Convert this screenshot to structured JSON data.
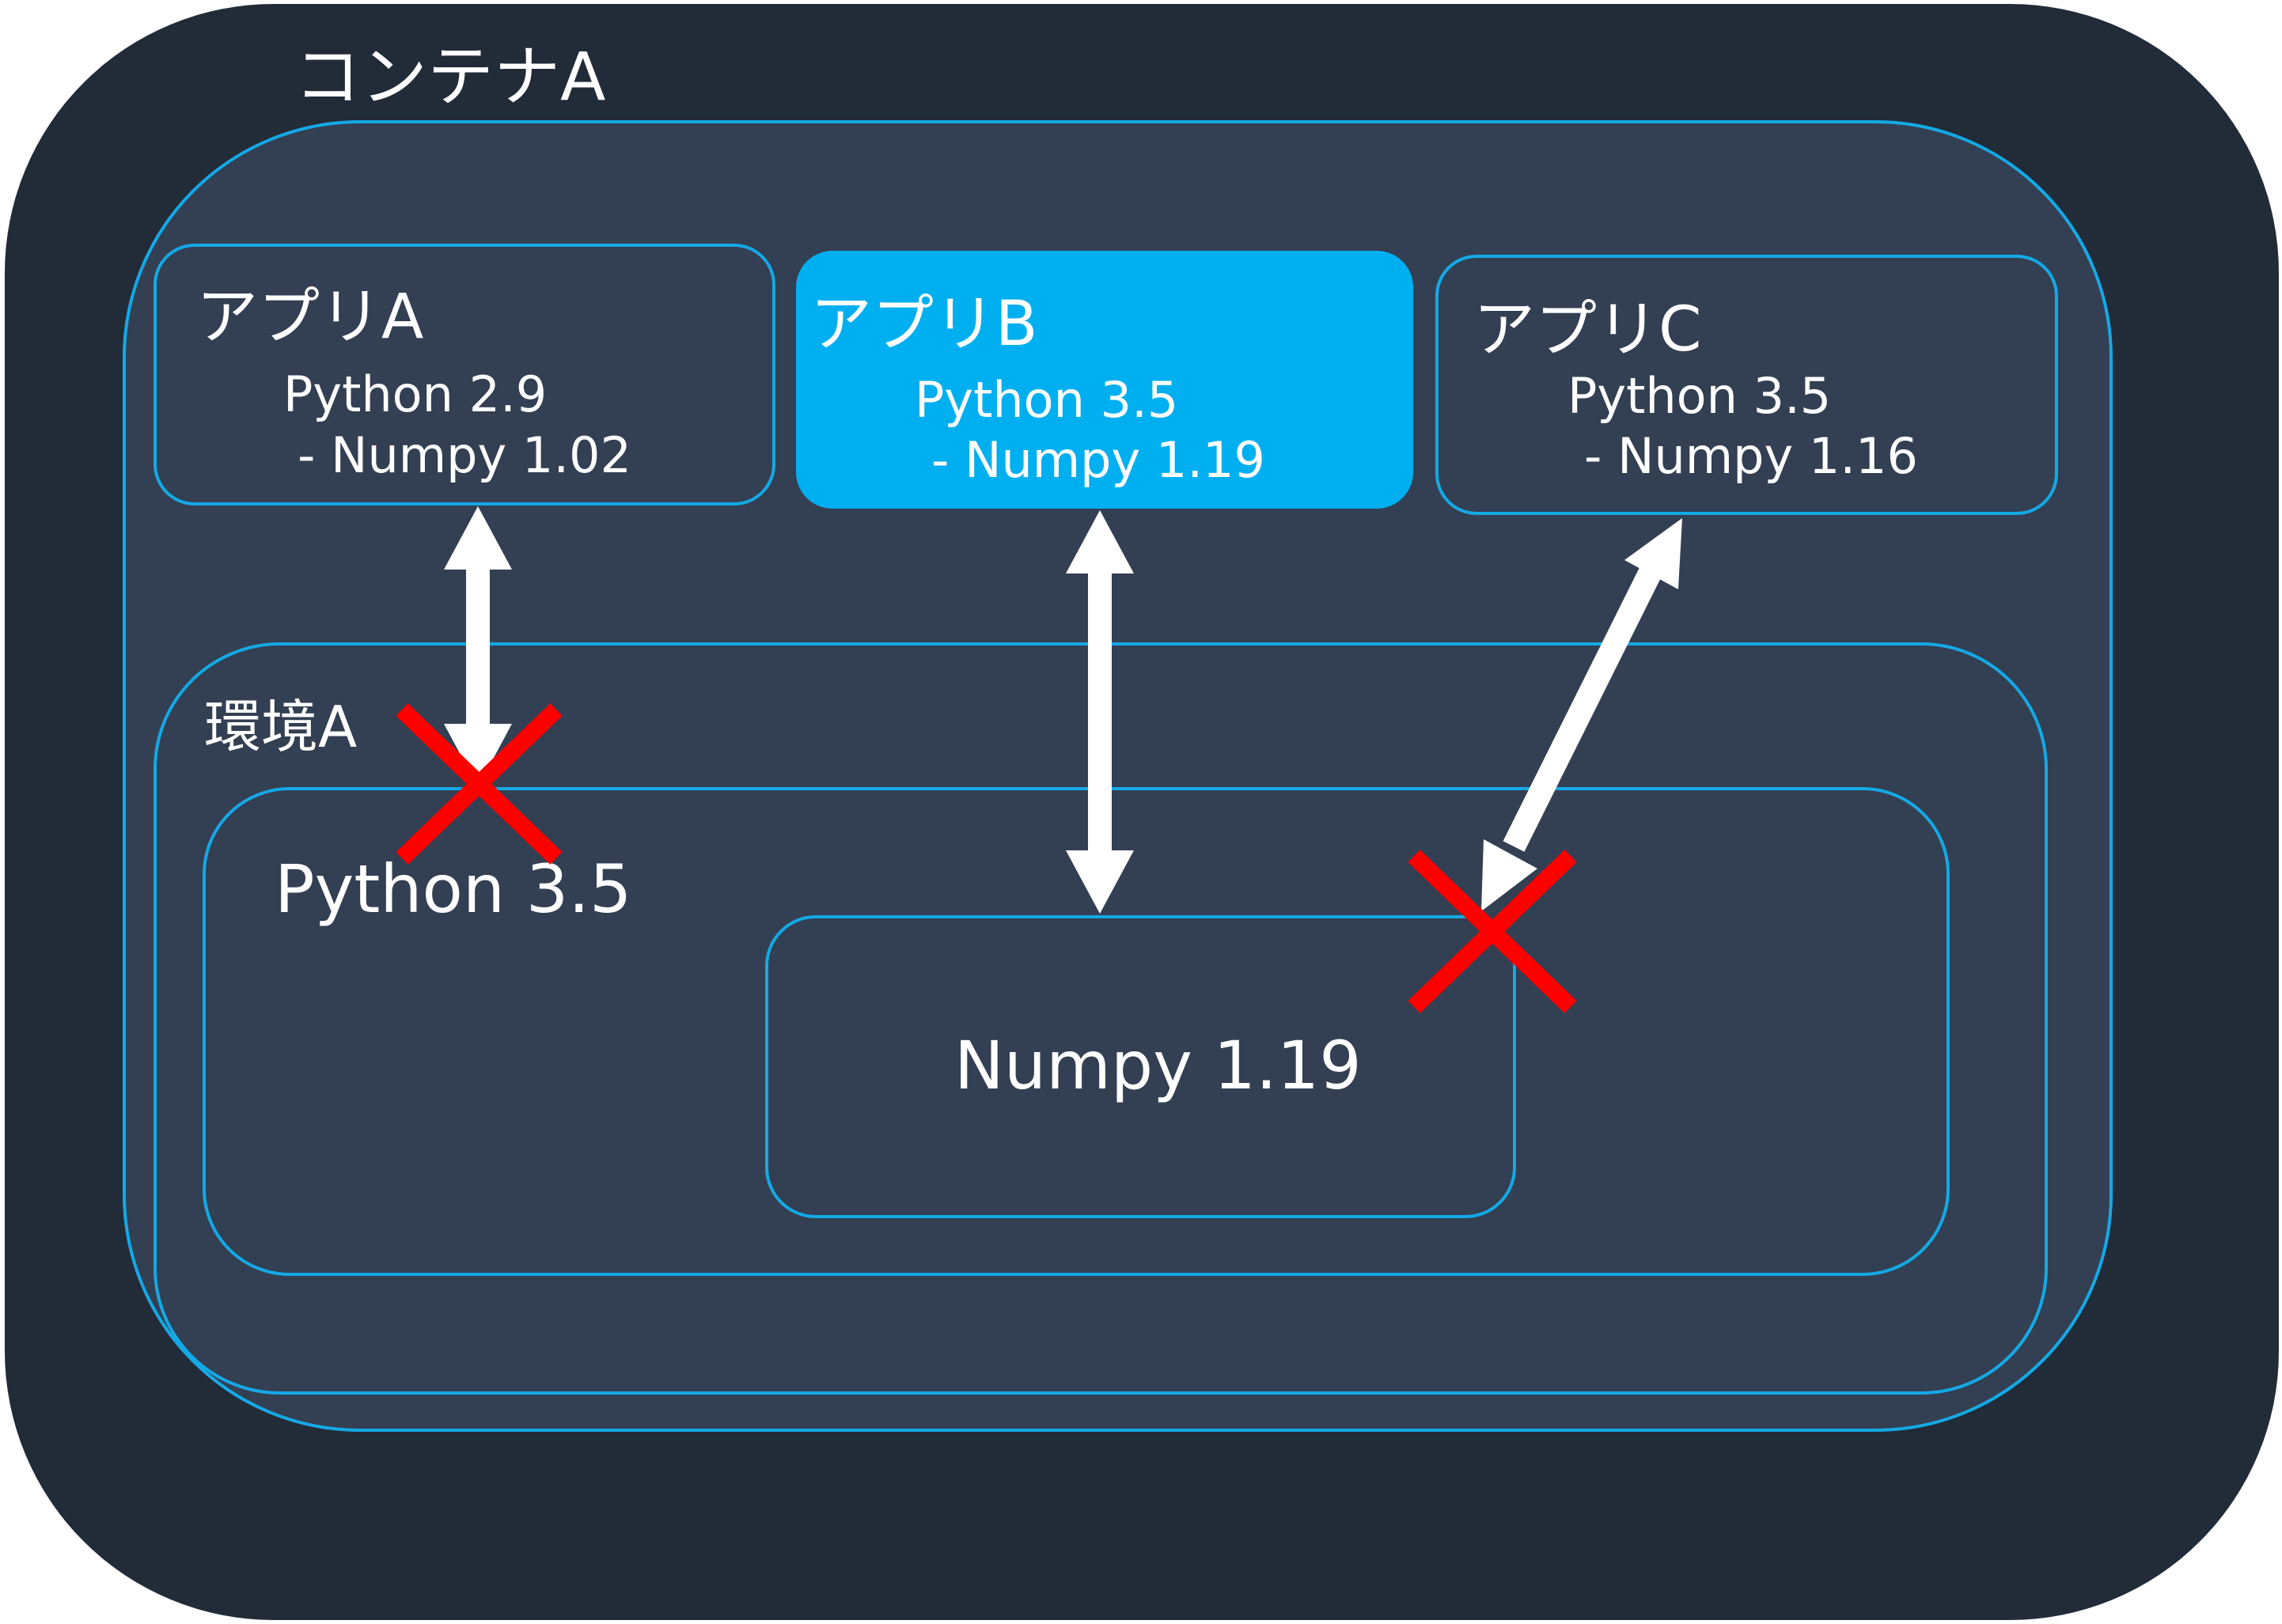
{
  "container": {
    "title": "コンテナA"
  },
  "apps": [
    {
      "name": "アプリA",
      "python": "Python 2.9",
      "numpy": "- Numpy 1.02",
      "compatible": false
    },
    {
      "name": "アプリB",
      "python": "Python 3.5",
      "numpy": "- Numpy 1.19",
      "compatible": true
    },
    {
      "name": "アプリC",
      "python": "Python 3.5",
      "numpy": "- Numpy 1.16",
      "compatible": false
    }
  ],
  "environment": {
    "label": "環境A",
    "python": "Python 3.5",
    "numpy": "Numpy 1.19"
  },
  "colors": {
    "container_bg": "#222b38",
    "panel_bg": "#333f52",
    "border": "#14a9e6",
    "highlight": "#00aff0",
    "arrow": "#ffffff",
    "cross": "#ff0000"
  }
}
